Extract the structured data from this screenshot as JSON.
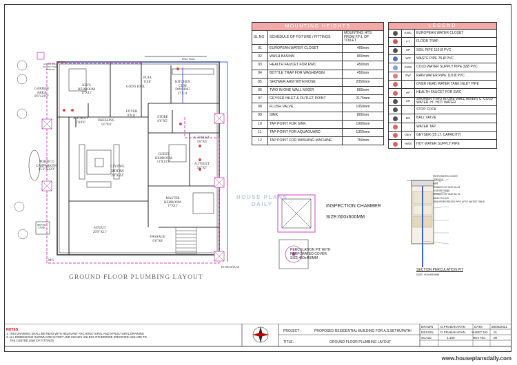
{
  "drawing_title": "GROUND FLOOR PLUMBING LAYOUT",
  "rooms": {
    "kids": [
      "KID'S",
      "BEDROOM",
      "17'X11'"
    ],
    "kitchen": [
      "KITCHEN",
      "CUM",
      "DINNING",
      "17'X11'"
    ],
    "pooja": [
      "PUJA",
      "6'X8'"
    ],
    "gods_idol": "GOD'S IDOL",
    "garden": [
      "GARDEN",
      "AREA",
      "9'6\"x21'9\""
    ],
    "a_toilet": [
      "A.TOILET",
      "5'X9'6\""
    ],
    "dressing": [
      "DRESSING",
      "5'6\"X9'"
    ],
    "foyer": [
      "FOYER",
      "8'X11'"
    ],
    "store": [
      "STORE",
      "8'6\"X5'"
    ],
    "c_toilet": [
      "C.TOILET",
      "5'6\"X6'"
    ],
    "guest": [
      "GUEST",
      "BEDROOM",
      "11'X14'3\""
    ],
    "a_toilet2": [
      "A.TOILET",
      "5'6\"X7'"
    ],
    "living": [
      "LIVING",
      "ROOM",
      "20'X22'"
    ],
    "portico": [
      "PORTICO",
      "CARPARKING",
      "15'3\"X32'3\""
    ],
    "master": [
      "MASTER",
      "BEDROOM",
      "17'X11'"
    ],
    "sitout": [
      "SITOUT",
      "20'9\"X11'"
    ],
    "passage": [
      "PASSAGE",
      "6'6\"X8'"
    ],
    "septic": [
      "SEPTIC",
      "TANK"
    ],
    "filter_water": "Filter Water",
    "to_drainage": "TO DRAINAGE",
    "mg": "MG",
    "overhead": [
      "OVER HEAD",
      "WATER TANK",
      "1000LTR"
    ]
  },
  "mounting_heights": {
    "title": "MOUNTING HEIGHTS",
    "col_no": "SL NO",
    "col_fixture": "SCHEDULE OF FIXTURE / FITTINGS",
    "col_height": "MOUNTING HTS FROM F.F.L OF TOILET",
    "rows": [
      {
        "no": "01",
        "item": "EUROPEAN WATER CLOSET",
        "height": "400mm"
      },
      {
        "no": "02",
        "item": "WASH BASINN",
        "height": "800mm"
      },
      {
        "no": "03",
        "item": "HEALTH FAUCET FOR EWC",
        "height": "450mm"
      },
      {
        "no": "04",
        "item": "BOTTLE TRAP FOR WASHBASIN",
        "height": "450mm"
      },
      {
        "no": "05",
        "item": "SHOWER ARM WITH ROSE",
        "height": "2050mm"
      },
      {
        "no": "06",
        "item": "TWO IN ONE WALL MIXER",
        "height": "800mm"
      },
      {
        "no": "07",
        "item": "GEYSER INLET & OUTLET POINT",
        "height": "2175mm"
      },
      {
        "no": "08",
        "item": "FLUSH VALVE",
        "height": "1050mm"
      },
      {
        "no": "09",
        "item": "SINK",
        "height": "800mm"
      },
      {
        "no": "10",
        "item": "TAP POINT FOR SINK",
        "height": "1000mm"
      },
      {
        "no": "11",
        "item": "TAP POINT FOR AQUAGUARD",
        "height": "1350mm"
      },
      {
        "no": "12",
        "item": "TAP POINT FOR WASHING MACHINE",
        "height": "750mm"
      }
    ]
  },
  "legend": {
    "title": "LEGEND",
    "rows": [
      {
        "code": "EWC",
        "text": "EUROPEAN WATER CLOSET",
        "icon": "ewc-icon",
        "color": "#333333"
      },
      {
        "code": "FT",
        "text": "FLOOR TRAP",
        "icon": "floor-trap-icon",
        "color": "#cc3333"
      },
      {
        "code": "SP",
        "text": "SOIL PIPE 110 Ø PVC",
        "icon": "soil-pipe-icon",
        "color": "#333333"
      },
      {
        "code": "WP",
        "text": "WASTE PIPE 75 Ø PVC",
        "icon": "waste-pipe-icon",
        "color": "#3355aa"
      },
      {
        "code": "CWS",
        "text": "COLD WATER SUPPLY PIPE 32Ø PVC",
        "icon": "cold-water-icon",
        "color": "#6a8fd0"
      },
      {
        "code": "RW",
        "text": "RAIN WATER PIPE 110 Ø PVC",
        "icon": "rain-water-icon",
        "color": "#d06a6a"
      },
      {
        "code": "",
        "text": "OVER HEAD WATER TANK INLET PIPE",
        "icon": "overhead-tank-icon",
        "color": "#d04a4a"
      },
      {
        "code": "HF",
        "text": "HEALTH FAUCET FOR EWC",
        "icon": "health-faucet-icon",
        "color": "#d04a4a"
      },
      {
        "code": "SH",
        "text": "SHOWER (TWO IN ONE WALL MIXER) C: COLD WATER, H : HOT WATER",
        "icon": "shower-icon",
        "color": "#333333"
      },
      {
        "code": "",
        "text": "STOP COCK",
        "icon": "stop-cock-icon",
        "color": "#333333"
      },
      {
        "code": "BV",
        "text": "BALL VALVE",
        "icon": "ball-valve-icon",
        "color": "#333333"
      },
      {
        "code": "",
        "text": "WATER TAP",
        "icon": "water-tap-icon",
        "color": "#d04a4a"
      },
      {
        "code": "GEY",
        "text": "GEYSER (25 LT. CAPACITY)",
        "icon": "geyser-icon",
        "color": "#d04a4a"
      },
      {
        "code": "HWS",
        "text": "HOT WATER SUPPLY PIPE",
        "icon": "hot-water-icon",
        "color": "#d04a4a"
      }
    ]
  },
  "inspection": {
    "title": "INSPECTION CHAMBER",
    "size": "SIZE:600x600MM"
  },
  "percolation": {
    "label_lines": [
      "PERCULATION PIT WITH",
      "PERFORATED COVER",
      "SIZE:450x450MM"
    ],
    "section_title": "SECTION PERCULATION PIT",
    "section_size": "SIZE: 900x900MM",
    "layers": [
      "PERFORATED COVER",
      "PIPE",
      "PEBBLES OF SIZE 20-25",
      "COARSE SAND",
      "PEBBLES OF SIZE 50-75",
      "SAND FILLING",
      "150Ø PERFORATED PIPE UPTO WATER TABLE",
      "TOP SOIL"
    ]
  },
  "watermark": [
    "HOUSE PLANS",
    "DAILY"
  ],
  "notes": {
    "title": "NOTES:",
    "lines": [
      "1. THIS DRAWING SHALL BE READ WITH RELEVANT ARCHITECTURAL AND STRUCTURAL DRAWING",
      "2. ALL DIMENSIONS SHOWN ARE IN FEET AND INCHES UNLESS OTHERWISE SPECIFIED AND ARE TO",
      "THE CENTRE LINE OF FITTINGS"
    ]
  },
  "title_block": {
    "project_label": "PROJECT :",
    "project": "PROPOSED RESIDENTIAL BUILDING FOR A.S.SETHUPATHI",
    "title_label": "TITLE:",
    "title": "GROUND FLOOR PLUMBING LAYOUT",
    "drawn_label": "DRAWN",
    "drawn": "D.PRABAKARAN",
    "design_label": "DESIGN",
    "design": "D.PRABAKARAN",
    "scale_label": "SCALE",
    "scale": "1:100",
    "date_label": "DATE",
    "date": "28/06/2021",
    "sheet_label": "SHEET NO.",
    "sheet": "01",
    "rev_label": "REV NO.",
    "rev": "00"
  },
  "website": "www.houseplansdaily.com",
  "colors": {
    "accent": "#f4a9a6",
    "pipe_pink": "#d63fc5",
    "pipe_blue": "#3c5fd0",
    "wall": "#333333"
  }
}
